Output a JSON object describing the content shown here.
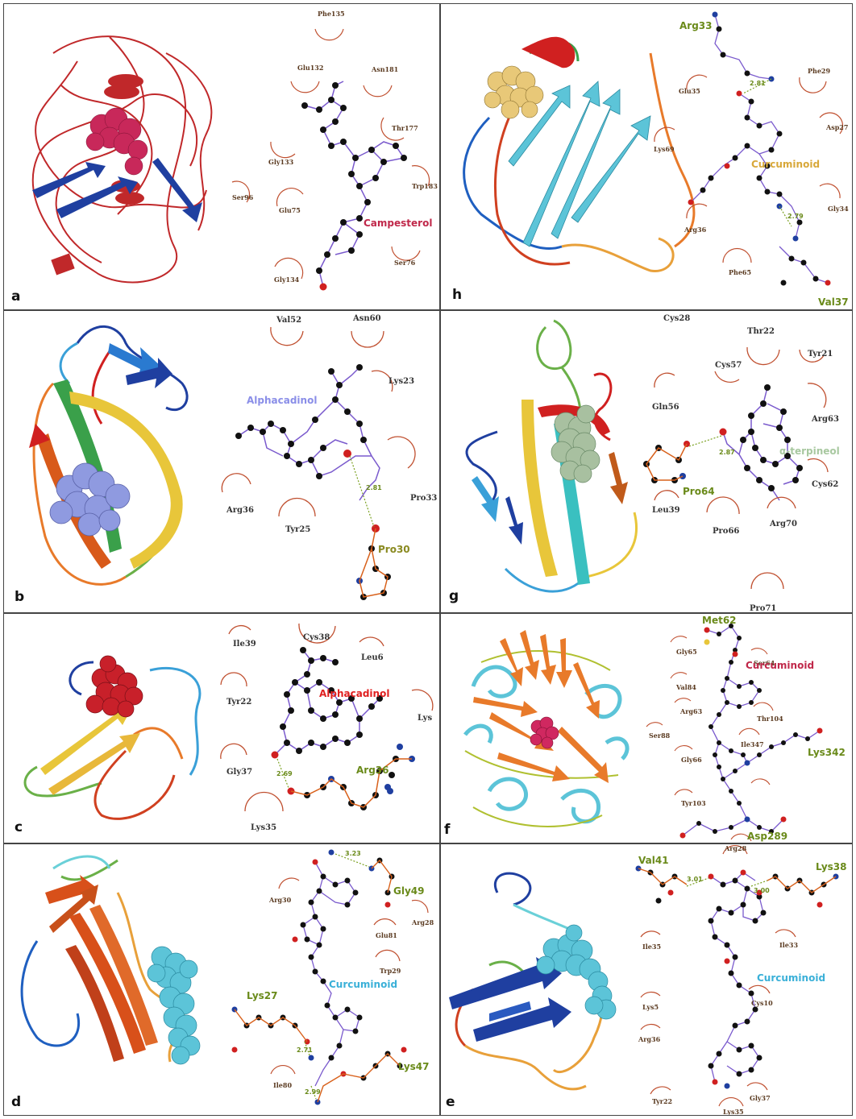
{
  "panels": {
    "a": {
      "letter": "a",
      "ligand": "Campesterol",
      "ligand_color": "#c0284a",
      "residues": [
        "Phe135",
        "Glu132",
        "Asn181",
        "Thr177",
        "Gly133",
        "Ser96",
        "Glu75",
        "Trp183",
        "Ser76",
        "Gly134"
      ],
      "protein_colors": [
        "#c0282a",
        "#1f3fa0"
      ],
      "sphere_color": "#c8285a"
    },
    "b": {
      "letter": "b",
      "ligand": "Alphacadinol",
      "ligand_color": "#8a8ee8",
      "residues": [
        "Val52",
        "Asn60",
        "Lys23",
        "Pro33",
        "Arg36",
        "Tyr25"
      ],
      "partner": "Pro30",
      "hbond": "2.81",
      "protein_colors": [
        "#1f3fa0",
        "#3aa0d8",
        "#3aa04a",
        "#e8c63a",
        "#e85a1a",
        "#d02020"
      ],
      "sphere_color": "#8f9ae0"
    },
    "c": {
      "letter": "c",
      "ligand": "Alphacadinol",
      "ligand_color": "#e02020",
      "residues": [
        "Ile39",
        "Cys38",
        "Leu6",
        "Tyr22",
        "Lys",
        "Gly37",
        "Lys35"
      ],
      "partner": "Arg36",
      "hbond": "2.69",
      "protein_colors": [
        "#e8c63a",
        "#3aa0d8",
        "#d04020"
      ],
      "sphere_color": "#c8202a"
    },
    "d": {
      "letter": "d",
      "ligand": "Curcuminoid",
      "ligand_color": "#3ab0d8",
      "residues": [
        "Arg30",
        "Arg28",
        "Glu81",
        "Trp29",
        "Ile80"
      ],
      "partners": [
        "Gly49",
        "Lys27",
        "Lys47"
      ],
      "hbonds": [
        "3.23",
        "2.71",
        "2.99"
      ],
      "protein_colors": [
        "#d8501a",
        "#3aa0d8",
        "#6ab048"
      ],
      "sphere_color": "#5cc4d8"
    },
    "e": {
      "letter": "e",
      "ligand": "Curcuminoid",
      "ligand_color": "#3ab0d8",
      "residues": [
        "Arg28",
        "Ile33",
        "Ile35",
        "Lys5",
        "Cys10",
        "Arg36",
        "Tyr22",
        "Gly37",
        "Lys35"
      ],
      "partners": [
        "Val41",
        "Lys38"
      ],
      "hbonds": [
        "3.01",
        "3.00"
      ],
      "protein_colors": [
        "#1f3fa0",
        "#e8a03a",
        "#d04020"
      ],
      "sphere_color": "#5cc4d8"
    },
    "f": {
      "letter": "f",
      "ligand": "Curcuminoid",
      "ligand_color": "#c0284a",
      "residues": [
        "Gly65",
        "Val84",
        "Arg63",
        "Ser88",
        "Gly66",
        "Ile347",
        "Thr104",
        "Tyr103",
        "Ser64"
      ],
      "partners": [
        "Met62",
        "Lys342",
        "Asp289"
      ],
      "protein_colors": [
        "#e87a2a",
        "#5cc4d8",
        "#b0c030"
      ],
      "sphere_color": "#d02860"
    },
    "g": {
      "letter": "g",
      "ligand": "α-terpineol",
      "ligand_color": "#a8c8a0",
      "residues": [
        "Cys28",
        "Thr22",
        "Tyr21",
        "Cys57",
        "Gln56",
        "Arg63",
        "Cys62",
        "Leu39",
        "Pro66",
        "Arg70",
        "Pro71"
      ],
      "partner": "Pro64",
      "hbond": "2.87",
      "protein_colors": [
        "#1f3fa0",
        "#3aa0d8",
        "#e8c63a",
        "#d02020",
        "#6ab048"
      ],
      "sphere_color": "#a8c0a0"
    },
    "h": {
      "letter": "h",
      "ligand": "Curcuminoid",
      "ligand_color": "#d8a83a",
      "residues": [
        "Phe29",
        "Glu35",
        "Asp27",
        "Lys69",
        "Gly34",
        "Arg36",
        "Phe65"
      ],
      "partners": [
        "Arg33",
        "Val37"
      ],
      "hbonds": [
        "2.81",
        "2.79"
      ],
      "protein_colors": [
        "#5cc4d8",
        "#e8a03a",
        "#d02020",
        "#1f3fa0"
      ],
      "sphere_color": "#e8c878"
    }
  }
}
